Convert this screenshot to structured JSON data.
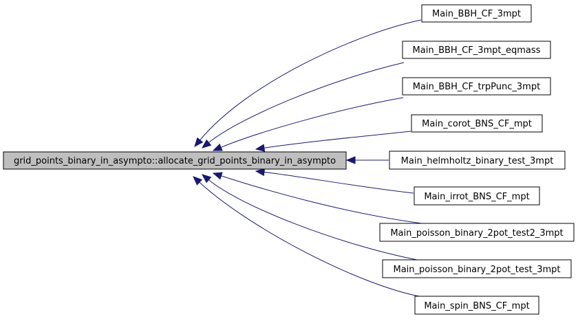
{
  "diagram": {
    "center_node": {
      "label": "grid_points_binary_in_asympto::allocate_grid_points_binary_in_asympto"
    },
    "caller_nodes": [
      {
        "label": "Main_BBH_CF_3mpt"
      },
      {
        "label": "Main_BBH_CF_3mpt_eqmass"
      },
      {
        "label": "Main_BBH_CF_trpPunc_3mpt"
      },
      {
        "label": "Main_corot_BNS_CF_mpt"
      },
      {
        "label": "Main_helmholtz_binary_test_3mpt"
      },
      {
        "label": "Main_irrot_BNS_CF_mpt"
      },
      {
        "label": "Main_poisson_binary_2pot_test2_3mpt"
      },
      {
        "label": "Main_poisson_binary_2pot_test_3mpt"
      },
      {
        "label": "Main_spin_BNS_CF_mpt"
      }
    ],
    "colors": {
      "edge": "#191970",
      "center_fill": "#bfbfbf",
      "node_fill": "#ffffff",
      "node_border": "#000000"
    }
  }
}
